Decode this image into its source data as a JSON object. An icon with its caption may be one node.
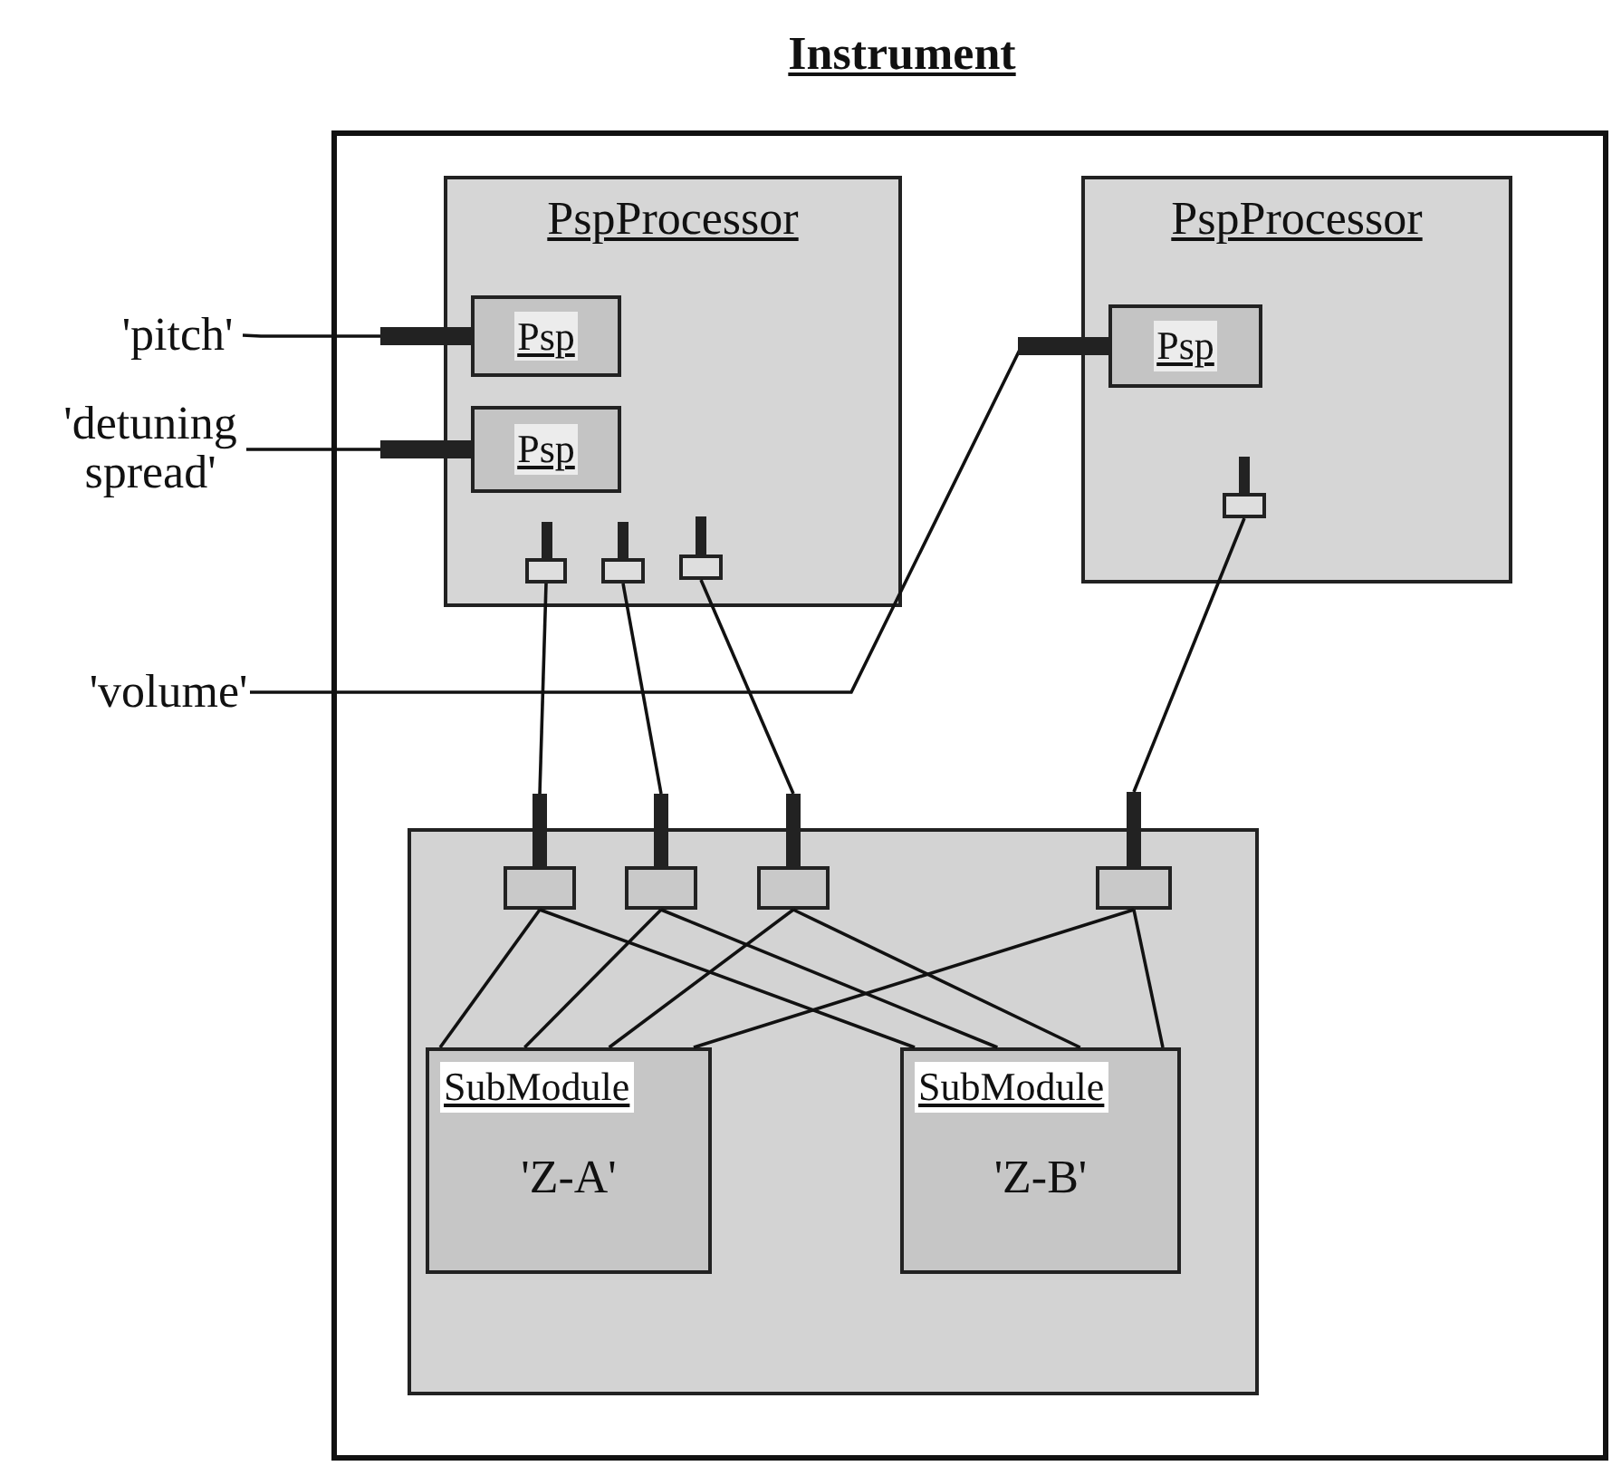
{
  "diagram": {
    "title": "Instrument",
    "nodes": [
      {
        "text": [],
        "shape": "box"
      },
      {
        "text": [
          "PspProcessor"
        ],
        "in": 0
      },
      {
        "text": [
          "Psp"
        ],
        "in": 1
      },
      {
        "text": [
          "Psp"
        ],
        "in": 1
      },
      {
        "text": [],
        "shape": "box",
        "in": 1
      },
      {
        "text": [],
        "shape": "box",
        "in": 1
      },
      {
        "text": [],
        "shape": "box",
        "in": 1
      },
      {
        "text": [
          "PspProcessor"
        ],
        "in": 0
      },
      {
        "text": [
          "Psp"
        ],
        "in": 7
      },
      {
        "text": [],
        "shape": "box",
        "in": 7
      },
      {
        "text": [],
        "shape": "box",
        "in": 0
      },
      {
        "text": [],
        "shape": "box",
        "in": 10
      },
      {
        "text": [],
        "shape": "box",
        "in": 10
      },
      {
        "text": [],
        "shape": "box",
        "in": 10
      },
      {
        "text": [],
        "shape": "box",
        "in": 10
      },
      {
        "text": [
          "SubModule",
          "'Z-A'"
        ],
        "in": 10
      },
      {
        "text": [
          "SubModule",
          "'Z-B'"
        ],
        "in": 10
      },
      {
        "text": [
          "'pitch'"
        ]
      },
      {
        "text": [
          "'detuning spread'"
        ]
      },
      {
        "text": [
          "'volume'"
        ]
      }
    ],
    "edges": [
      {
        "from": 17,
        "to": 2,
        "arrow": "none"
      },
      {
        "from": 18,
        "to": 3,
        "arrow": "none"
      },
      {
        "from": 19,
        "to": 8,
        "arrow": "none"
      },
      {
        "from": 4,
        "to": 11,
        "arrow": "none"
      },
      {
        "from": 5,
        "to": 12,
        "arrow": "none"
      },
      {
        "from": 6,
        "to": 13,
        "arrow": "none"
      },
      {
        "from": 9,
        "to": 14,
        "arrow": "none"
      },
      {
        "from": 11,
        "to": 15,
        "arrow": "none"
      },
      {
        "from": 11,
        "to": 16,
        "arrow": "none"
      },
      {
        "from": 12,
        "to": 15,
        "arrow": "none"
      },
      {
        "from": 12,
        "to": 16,
        "arrow": "none"
      },
      {
        "from": 13,
        "to": 15,
        "arrow": "none"
      },
      {
        "from": 13,
        "to": 16,
        "arrow": "none"
      },
      {
        "from": 14,
        "to": 15,
        "arrow": "none"
      },
      {
        "from": 14,
        "to": 16,
        "arrow": "none"
      }
    ]
  }
}
